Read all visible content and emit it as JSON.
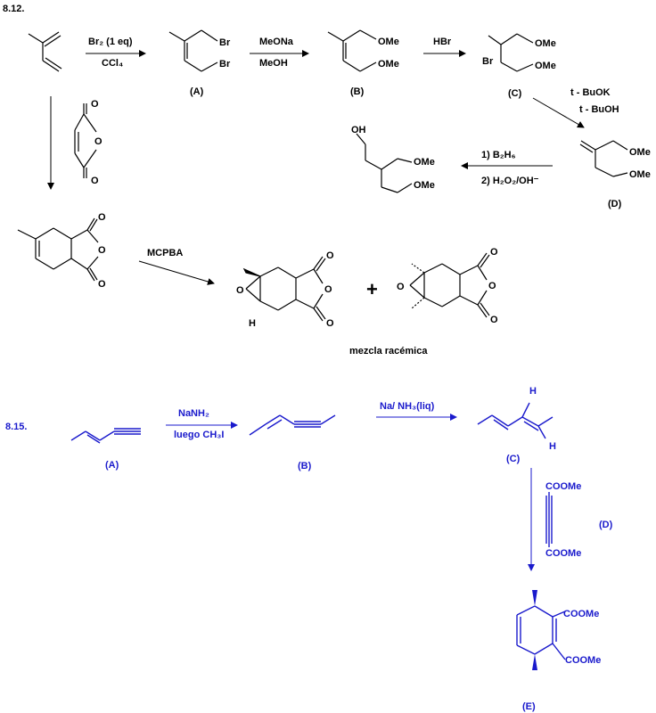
{
  "problem_812": {
    "number": "8.12.",
    "step1": {
      "reagent_top": "Br₂ (1 eq)",
      "reagent_bottom": "CCl₄"
    },
    "step2": {
      "reagent_top": "MeONa",
      "reagent_bottom": "MeOH"
    },
    "step3": {
      "reagent_top": "HBr"
    },
    "step4": {
      "reagent_top": "t - BuOK",
      "reagent_bottom": "t - BuOH"
    },
    "step5": {
      "reagent_top": "1) B₂H₆",
      "reagent_bottom": "2) H₂O₂/OH⁻"
    },
    "step6": {
      "reagent_top": "MCPBA"
    },
    "labels": {
      "A": "(A)",
      "B": "(B)",
      "C": "(C)",
      "D": "(D)"
    },
    "atoms": {
      "br": "Br",
      "ome": "OMe",
      "oh": "OH",
      "o": "O",
      "h": "H"
    },
    "plus": "+",
    "racemic": "mezcla racémica"
  },
  "problem_815": {
    "number": "8.15.",
    "step1": {
      "reagent_top": "NaNH₂",
      "reagent_bottom": "luego CH₃I"
    },
    "step2": {
      "reagent_top": "Na/ NH₃(liq)"
    },
    "dienophile_label": "(D)",
    "ester": "COOMe",
    "ester_label": "COOMe",
    "labels": {
      "A": "(A)",
      "B": "(B)",
      "C": "(C)",
      "E": "(E)"
    },
    "atoms": {
      "h": "H"
    }
  },
  "colors": {
    "black": "#000000",
    "blue": "#1a1acc"
  }
}
